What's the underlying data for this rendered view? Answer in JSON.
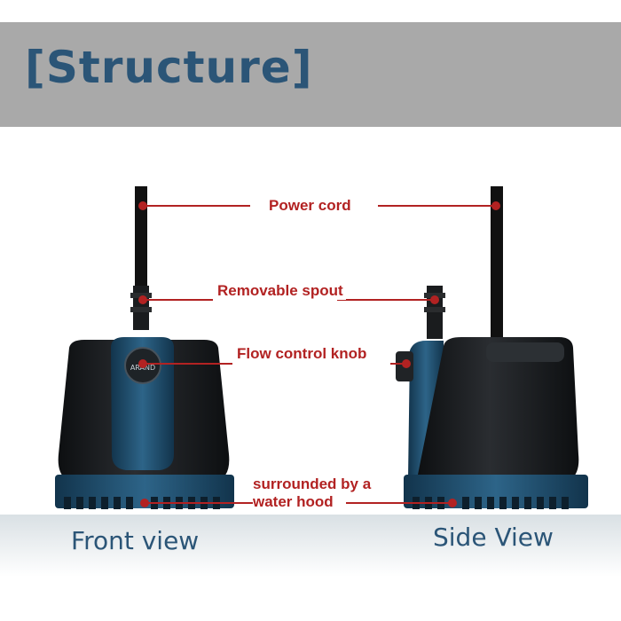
{
  "banner": {
    "title": "[Structure]"
  },
  "labels": {
    "power_cord": "Power cord",
    "removable_spout": "Removable spout",
    "flow_control_knob": "Flow control knob",
    "water_hood_line1": "surrounded by a",
    "water_hood_line2": "water hood"
  },
  "captions": {
    "front": "Front view",
    "side": "Side View"
  },
  "colors": {
    "banner_bg": "#a9a9a9",
    "title": "#2b5577",
    "label": "#b22222",
    "pump_blue": "#1f4e6e",
    "pump_black": "#151719"
  }
}
